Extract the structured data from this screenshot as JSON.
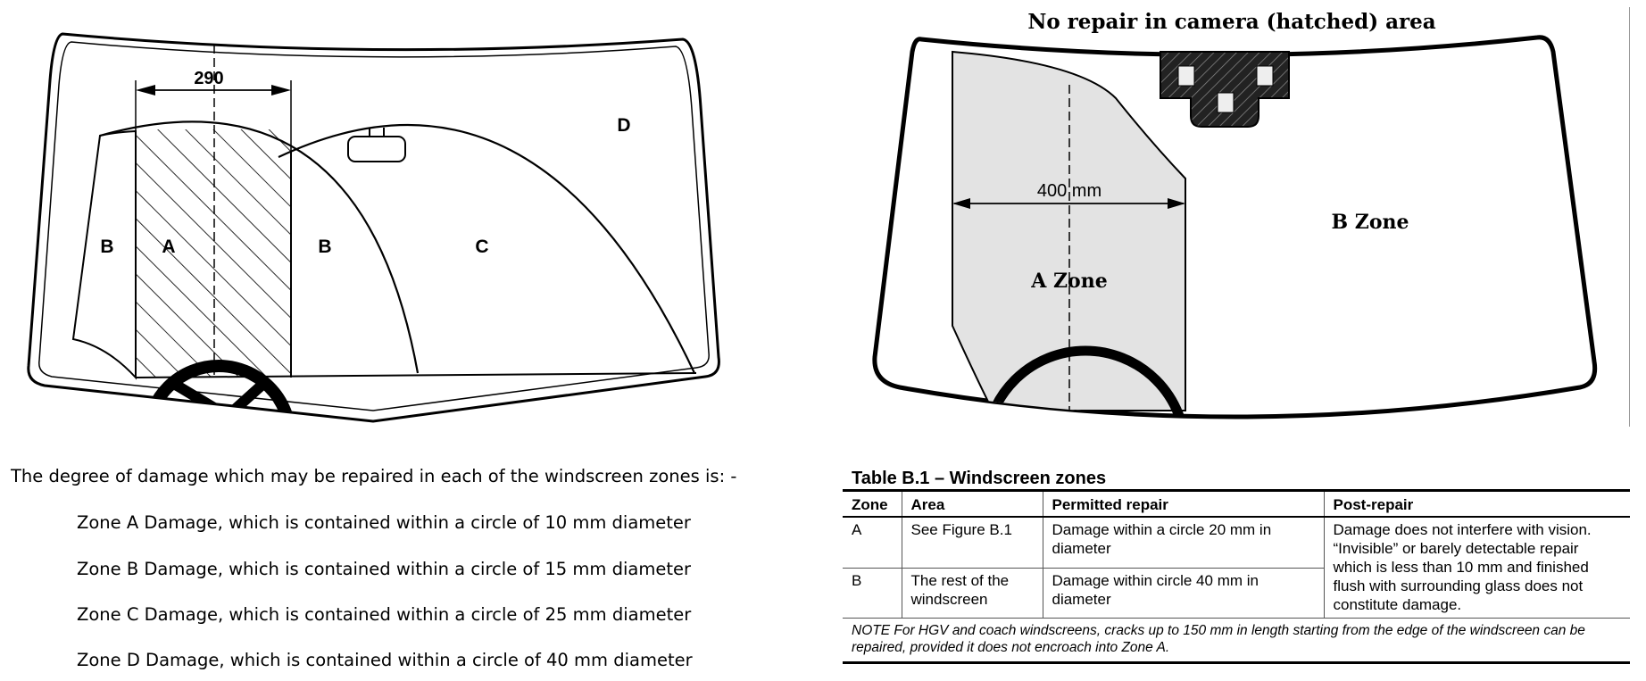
{
  "left_diagram": {
    "dimension": "290",
    "zone_labels": {
      "b_left": "B",
      "a": "A",
      "b_right": "B",
      "c": "C",
      "d": "D"
    }
  },
  "right_diagram": {
    "heading": "No repair in camera (hatched) area",
    "dimension": "400 mm",
    "zone_a_label": "A Zone",
    "zone_b_label": "B Zone"
  },
  "damage_text": {
    "intro": "The degree of damage which may be repaired in each of the windscreen zones is: -",
    "zones": [
      "Zone A Damage, which is contained within a circle of 10 mm diameter",
      "Zone B Damage, which is contained within a circle of 15 mm diameter",
      "Zone C Damage, which is contained within a circle of 25 mm diameter",
      "Zone D Damage, which is contained within a circle of 40 mm diameter"
    ]
  },
  "table": {
    "title": "Table B.1 – Windscreen zones",
    "headers": [
      "Zone",
      "Area",
      "Permitted repair",
      "Post-repair"
    ],
    "rows": [
      {
        "zone": "A",
        "area": "See Figure B.1",
        "repair": "Damage within a circle 20 mm in diameter"
      },
      {
        "zone": "B",
        "area": "The rest of the windscreen",
        "repair": "Damage within circle 40 mm in diameter"
      }
    ],
    "post_repair": "Damage does not interfere with vision. “Invisible” or barely detectable repair which is less than 10 mm and finished flush with surrounding glass does not constitute damage.",
    "note": "NOTE   For HGV and coach windscreens, cracks up to 150 mm in length starting from the edge of the windscreen can be repaired, provided it does not encroach into Zone A."
  }
}
